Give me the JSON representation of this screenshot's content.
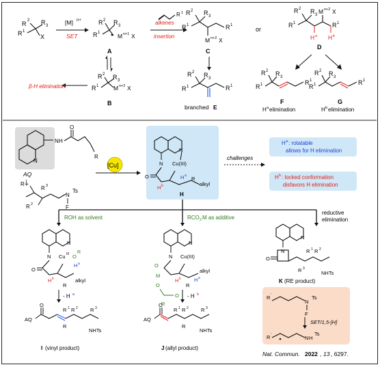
{
  "top": {
    "cat_above": "[M]",
    "cat_above_sup": "n+",
    "set_label": "SET",
    "alkenes_label": "alkenes",
    "insertion_label": "insertion",
    "or_label": "or",
    "beta_h_label": "β-H elimination",
    "A": "A",
    "B": "B",
    "C": "C",
    "D": "D",
    "E_caption_pre": "branched",
    "E": "E",
    "F": "F",
    "G": "G",
    "F_sub_pre": "H",
    "F_sub_sup": "a",
    "F_sub_post": " elimination",
    "G_sub_pre": "H",
    "G_sub_sup": "b",
    "G_sub_post": " elimination",
    "M_text": "M",
    "n1_sup": "n+1",
    "n2_sup": "n+2",
    "R1": "R",
    "R2": "R",
    "R3": "R",
    "X": "X",
    "Ha": "H",
    "Hb": "H",
    "a": "a",
    "b": "b"
  },
  "bottom": {
    "aq_label": "AQ",
    "plus": "+",
    "cu_label": "[Cu]",
    "cu_III": "Cu(III)",
    "H_label": "H",
    "challenges_label": "challenges",
    "box1_line1_pre": "H",
    "box1_line1_sup": "a",
    "box1_line1_post": ": rotatable",
    "box1_line2": "allows for H elimination",
    "box2_line1_pre": "H",
    "box2_line1_sup": "b",
    "box2_line1_post": ": locked conformation",
    "box2_line2": "disfavors H elimination",
    "branch1": "ROH as solvent",
    "branch2": "RCO",
    "branch2_sub": "2",
    "branch2_post": "M as additive",
    "branch3_line1": "reductive",
    "branch3_line2": "elimination",
    "minus_ha": "- H",
    "minus_hb": "- H",
    "I_caption_letter": "I",
    "I_caption": "(vinyl product)",
    "J_caption_letter": "J",
    "J_caption": "(allyl product)",
    "K_caption_letter": "K",
    "K_caption": "(RE product)",
    "set_15h": "SET/1,5-[H]",
    "alkyl": "alkyl",
    "NHTs": "NHTs",
    "Ts": "Ts",
    "N": "N",
    "O": "O",
    "F": "F",
    "R": "R",
    "Cu": "Cu",
    "III": "III",
    "citation_pre": "Nat. Commun. ",
    "citation_year": "2022",
    "citation_vol": "13",
    "citation_page": ", 6297."
  }
}
